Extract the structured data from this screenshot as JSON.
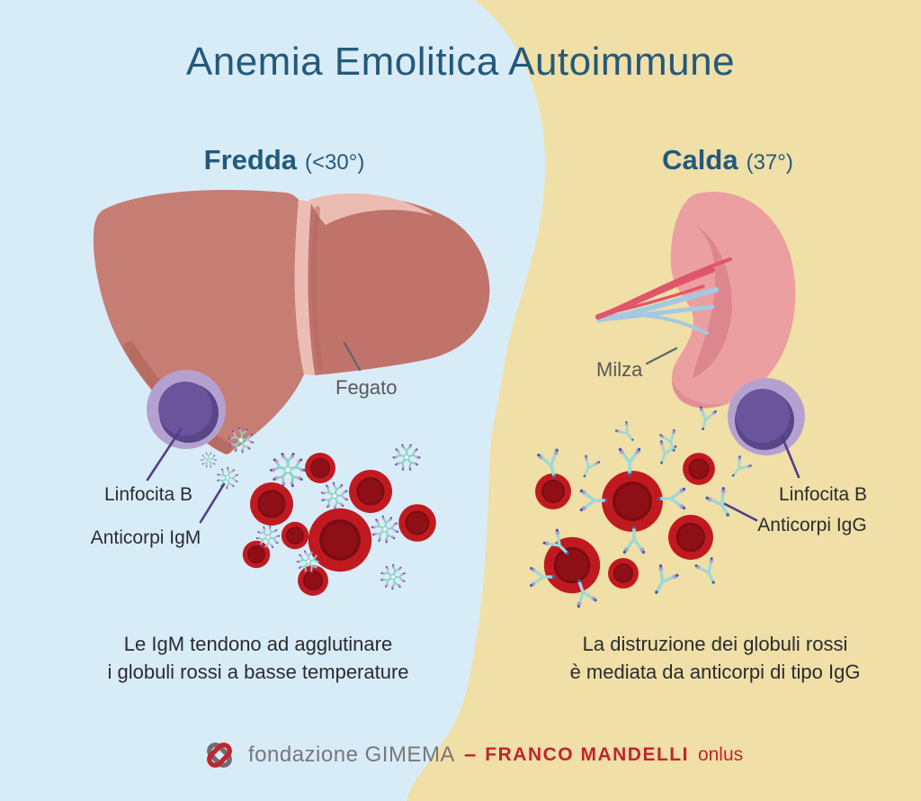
{
  "title": "Anemia Emolitica Autoimmune",
  "cold_section": {
    "heading": "Fredda",
    "temperature": "(<30°)",
    "organ_label": "Fegato",
    "cell_label": "Linfocita B",
    "antibody_label": "Anticorpi IgM",
    "caption_line1": "Le IgM tendono ad agglutinare",
    "caption_line2": "i globuli rossi a basse temperature"
  },
  "warm_section": {
    "heading": "Calda",
    "temperature": "(37°)",
    "organ_label": "Milza",
    "cell_label": "Linfocita B",
    "antibody_label": "Anticorpi IgG",
    "caption_line1": "La distruzione dei globuli rossi",
    "caption_line2": "è mediata da anticorpi di tipo IgG"
  },
  "footer": {
    "logo_icon": "gimema-interlocked-links-icon",
    "org_name": "fondazione GIMEMA",
    "separator": "–",
    "person_name": "FRANCO MANDELLI",
    "suffix": "onlus"
  },
  "colors": {
    "background_warm": "#f0dfa6",
    "background_cold": "#d8ecf8",
    "heading_teal": "#24597c",
    "label_gray": "#58595b",
    "text_dark": "#2b2c30",
    "liver_main": "#c67d74",
    "liver_light": "#edbdb3",
    "liver_shadow": "#b4685f",
    "spleen_main": "#ec9fa0",
    "spleen_shadow": "#db878d",
    "vessel_red": "#e0556a",
    "vessel_blue": "#a5c9e2",
    "lymphocyte_outer": "#b5a1d0",
    "lymphocyte_inner": "#6a559c",
    "rbc_red": "#c01a20",
    "rbc_dark": "#8e1016",
    "antibody_teal": "#8ed1c6",
    "antibody_pink": "#d78fc1",
    "antibody_purple": "#b29cd6",
    "antibody_blue": "#3a63ad",
    "pointer_purple": "#4f3e8e",
    "footer_red": "#c2242e",
    "footer_gray": "#77787b"
  }
}
